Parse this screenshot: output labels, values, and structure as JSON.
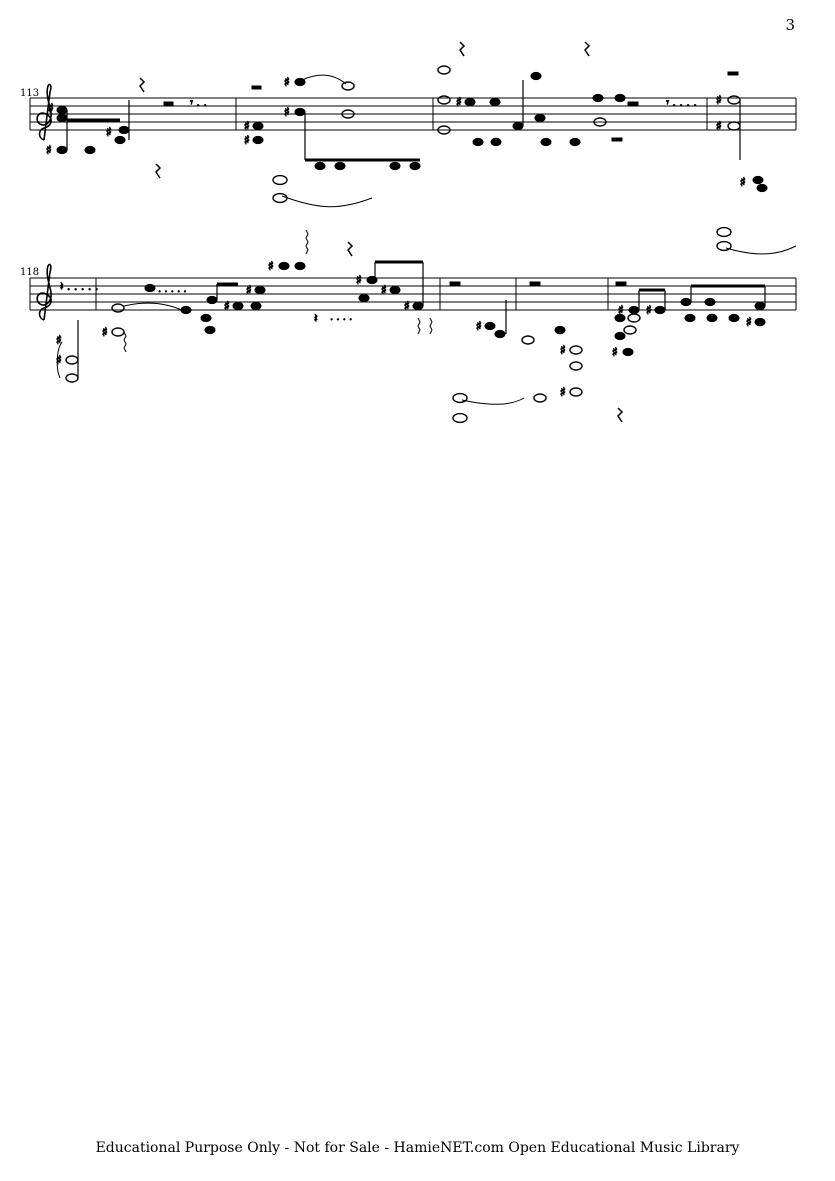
{
  "page": {
    "number": "3",
    "footer": "Educational Purpose Only - Not for Sale - HamieNET.com Open Educational Music Library"
  },
  "systems": [
    {
      "measure_number": "113"
    },
    {
      "measure_number": "118"
    }
  ]
}
